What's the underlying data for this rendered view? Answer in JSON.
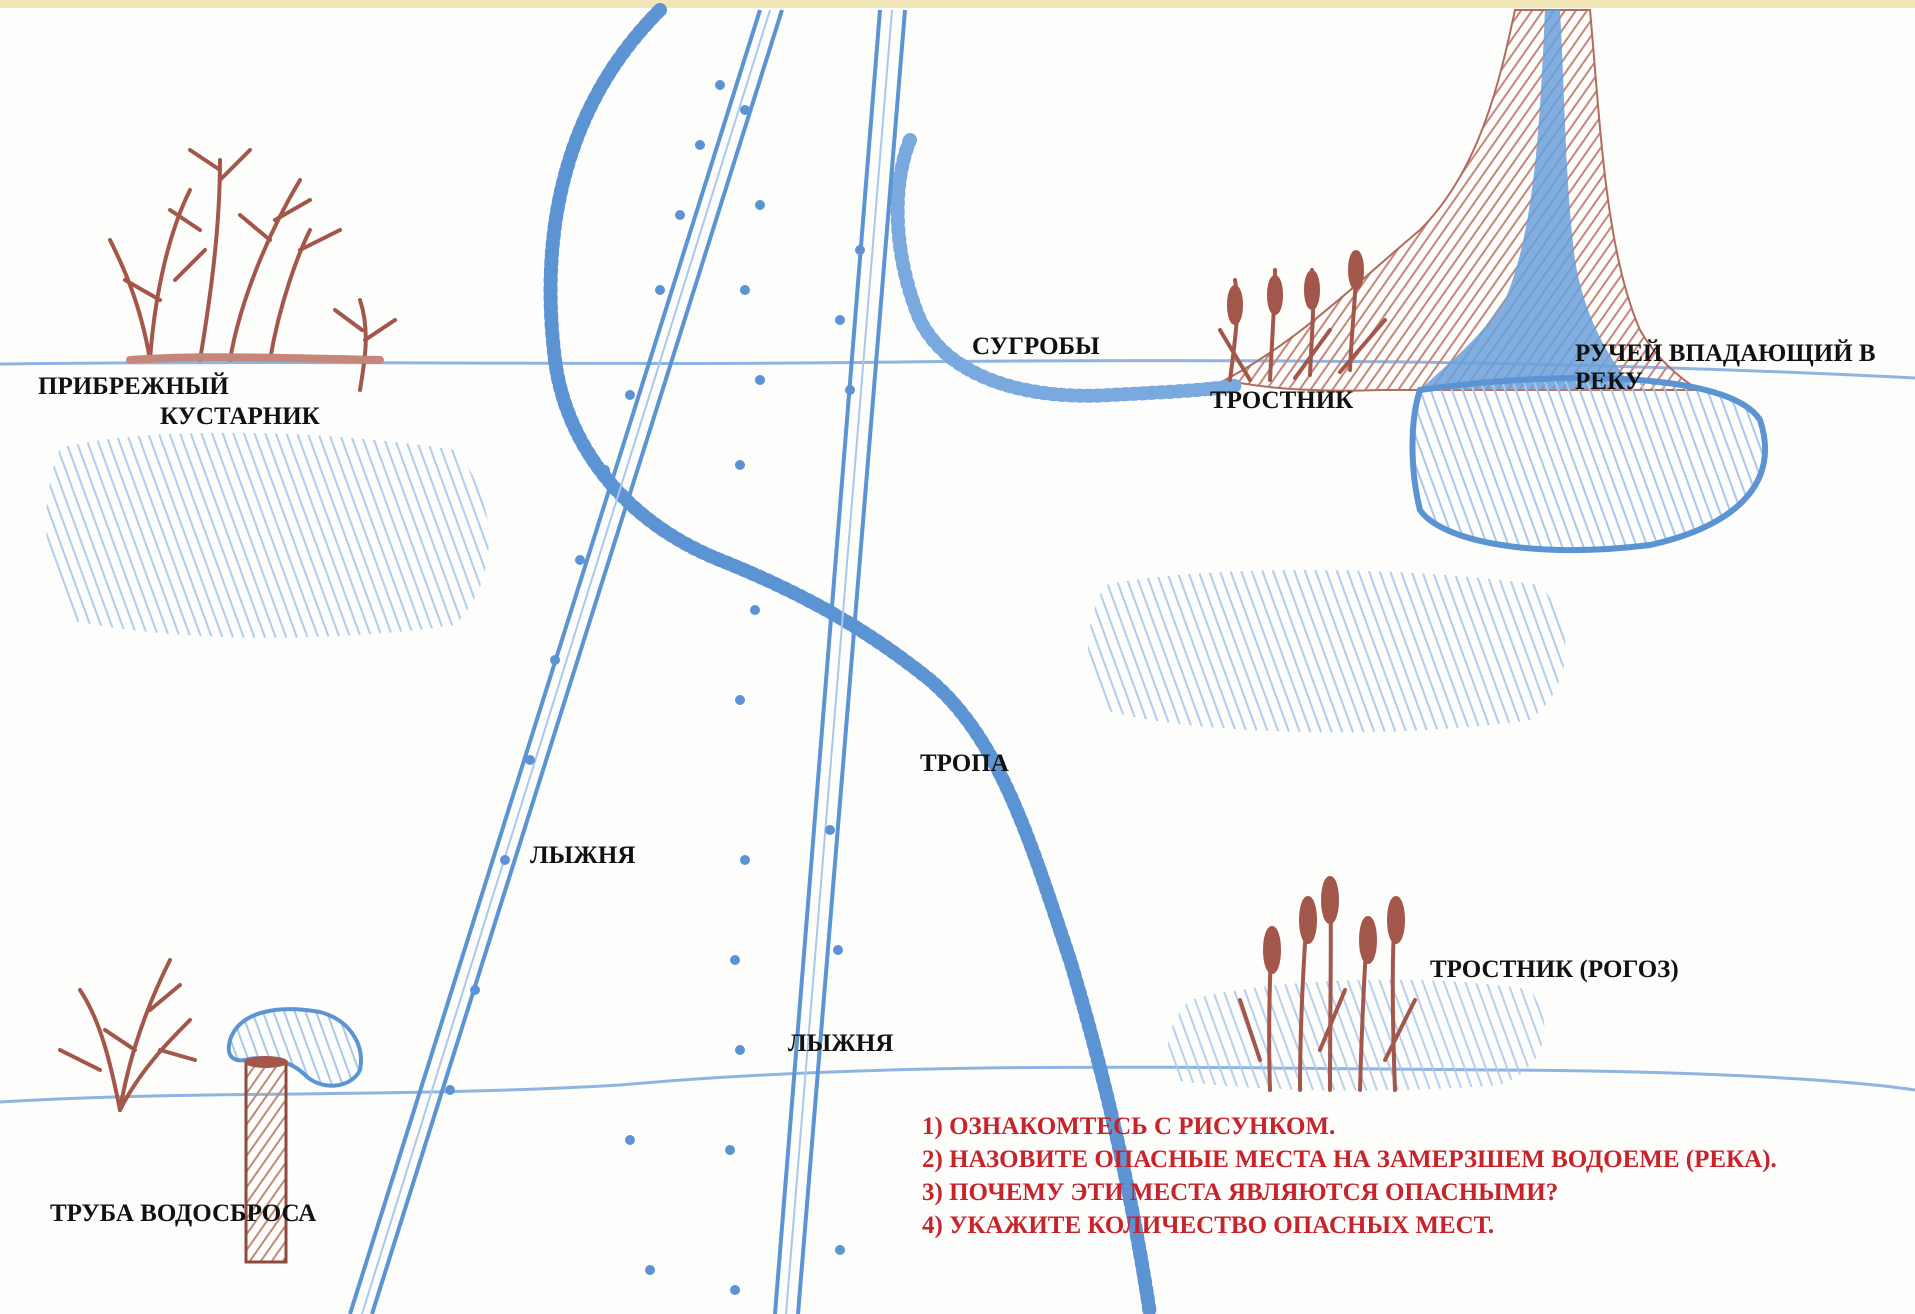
{
  "labels": {
    "shore_shrub_1": "ПРИБРЕЖНЫЙ",
    "shore_shrub_2": "КУСТАРНИК",
    "snowdrifts": "СУГРОБЫ",
    "reeds": "ТРОСТНИК",
    "stream_1": "РУЧЕЙ ВПАДАЮЩИЙ В",
    "stream_2": "РЕКУ",
    "path": "ТРОПА",
    "ski_track_1": "ЛЫЖНЯ",
    "ski_track_2": "ЛЫЖНЯ",
    "reeds_cattail": "ТРОСТНИК (РОГОЗ)",
    "drain_pipe": "ТРУБА  ВОДОСБРОСА"
  },
  "tasks": [
    "1) ОЗНАКОМТЕСЬ С РИСУНКОМ.",
    "2) НАЗОВИТЕ ОПАСНЫЕ МЕСТА НА ЗАМЕРЗШЕМ ВОДОЕМЕ (РЕКА).",
    "3) ПОЧЕМУ ЭТИ МЕСТА ЯВЛЯЮТСЯ ОПАСНЫМИ?",
    "4) УКАЖИТЕ КОЛИЧЕСТВО ОПАСНЫХ МЕСТ."
  ],
  "colors": {
    "ice_blue": "#5b93d3",
    "pale_blue": "#a9c8ea",
    "reed_brown": "#a3574a",
    "earth_brown": "#c99a8a",
    "task_red": "#c8222b",
    "top_bar": "#f0e6b8"
  }
}
